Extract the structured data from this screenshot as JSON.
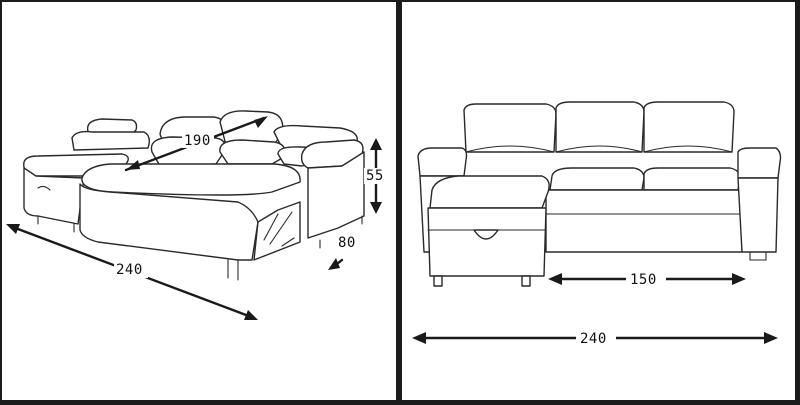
{
  "views": {
    "left": {
      "dims": {
        "depth_extended": "190",
        "height": "55",
        "arm_depth": "80",
        "width": "240"
      }
    },
    "right": {
      "dims": {
        "chaise_inner": "150",
        "width": "240"
      }
    }
  },
  "colors": {
    "background": "#1b1b1b",
    "panel": "#ffffff",
    "ink": "#1a1a1a"
  }
}
